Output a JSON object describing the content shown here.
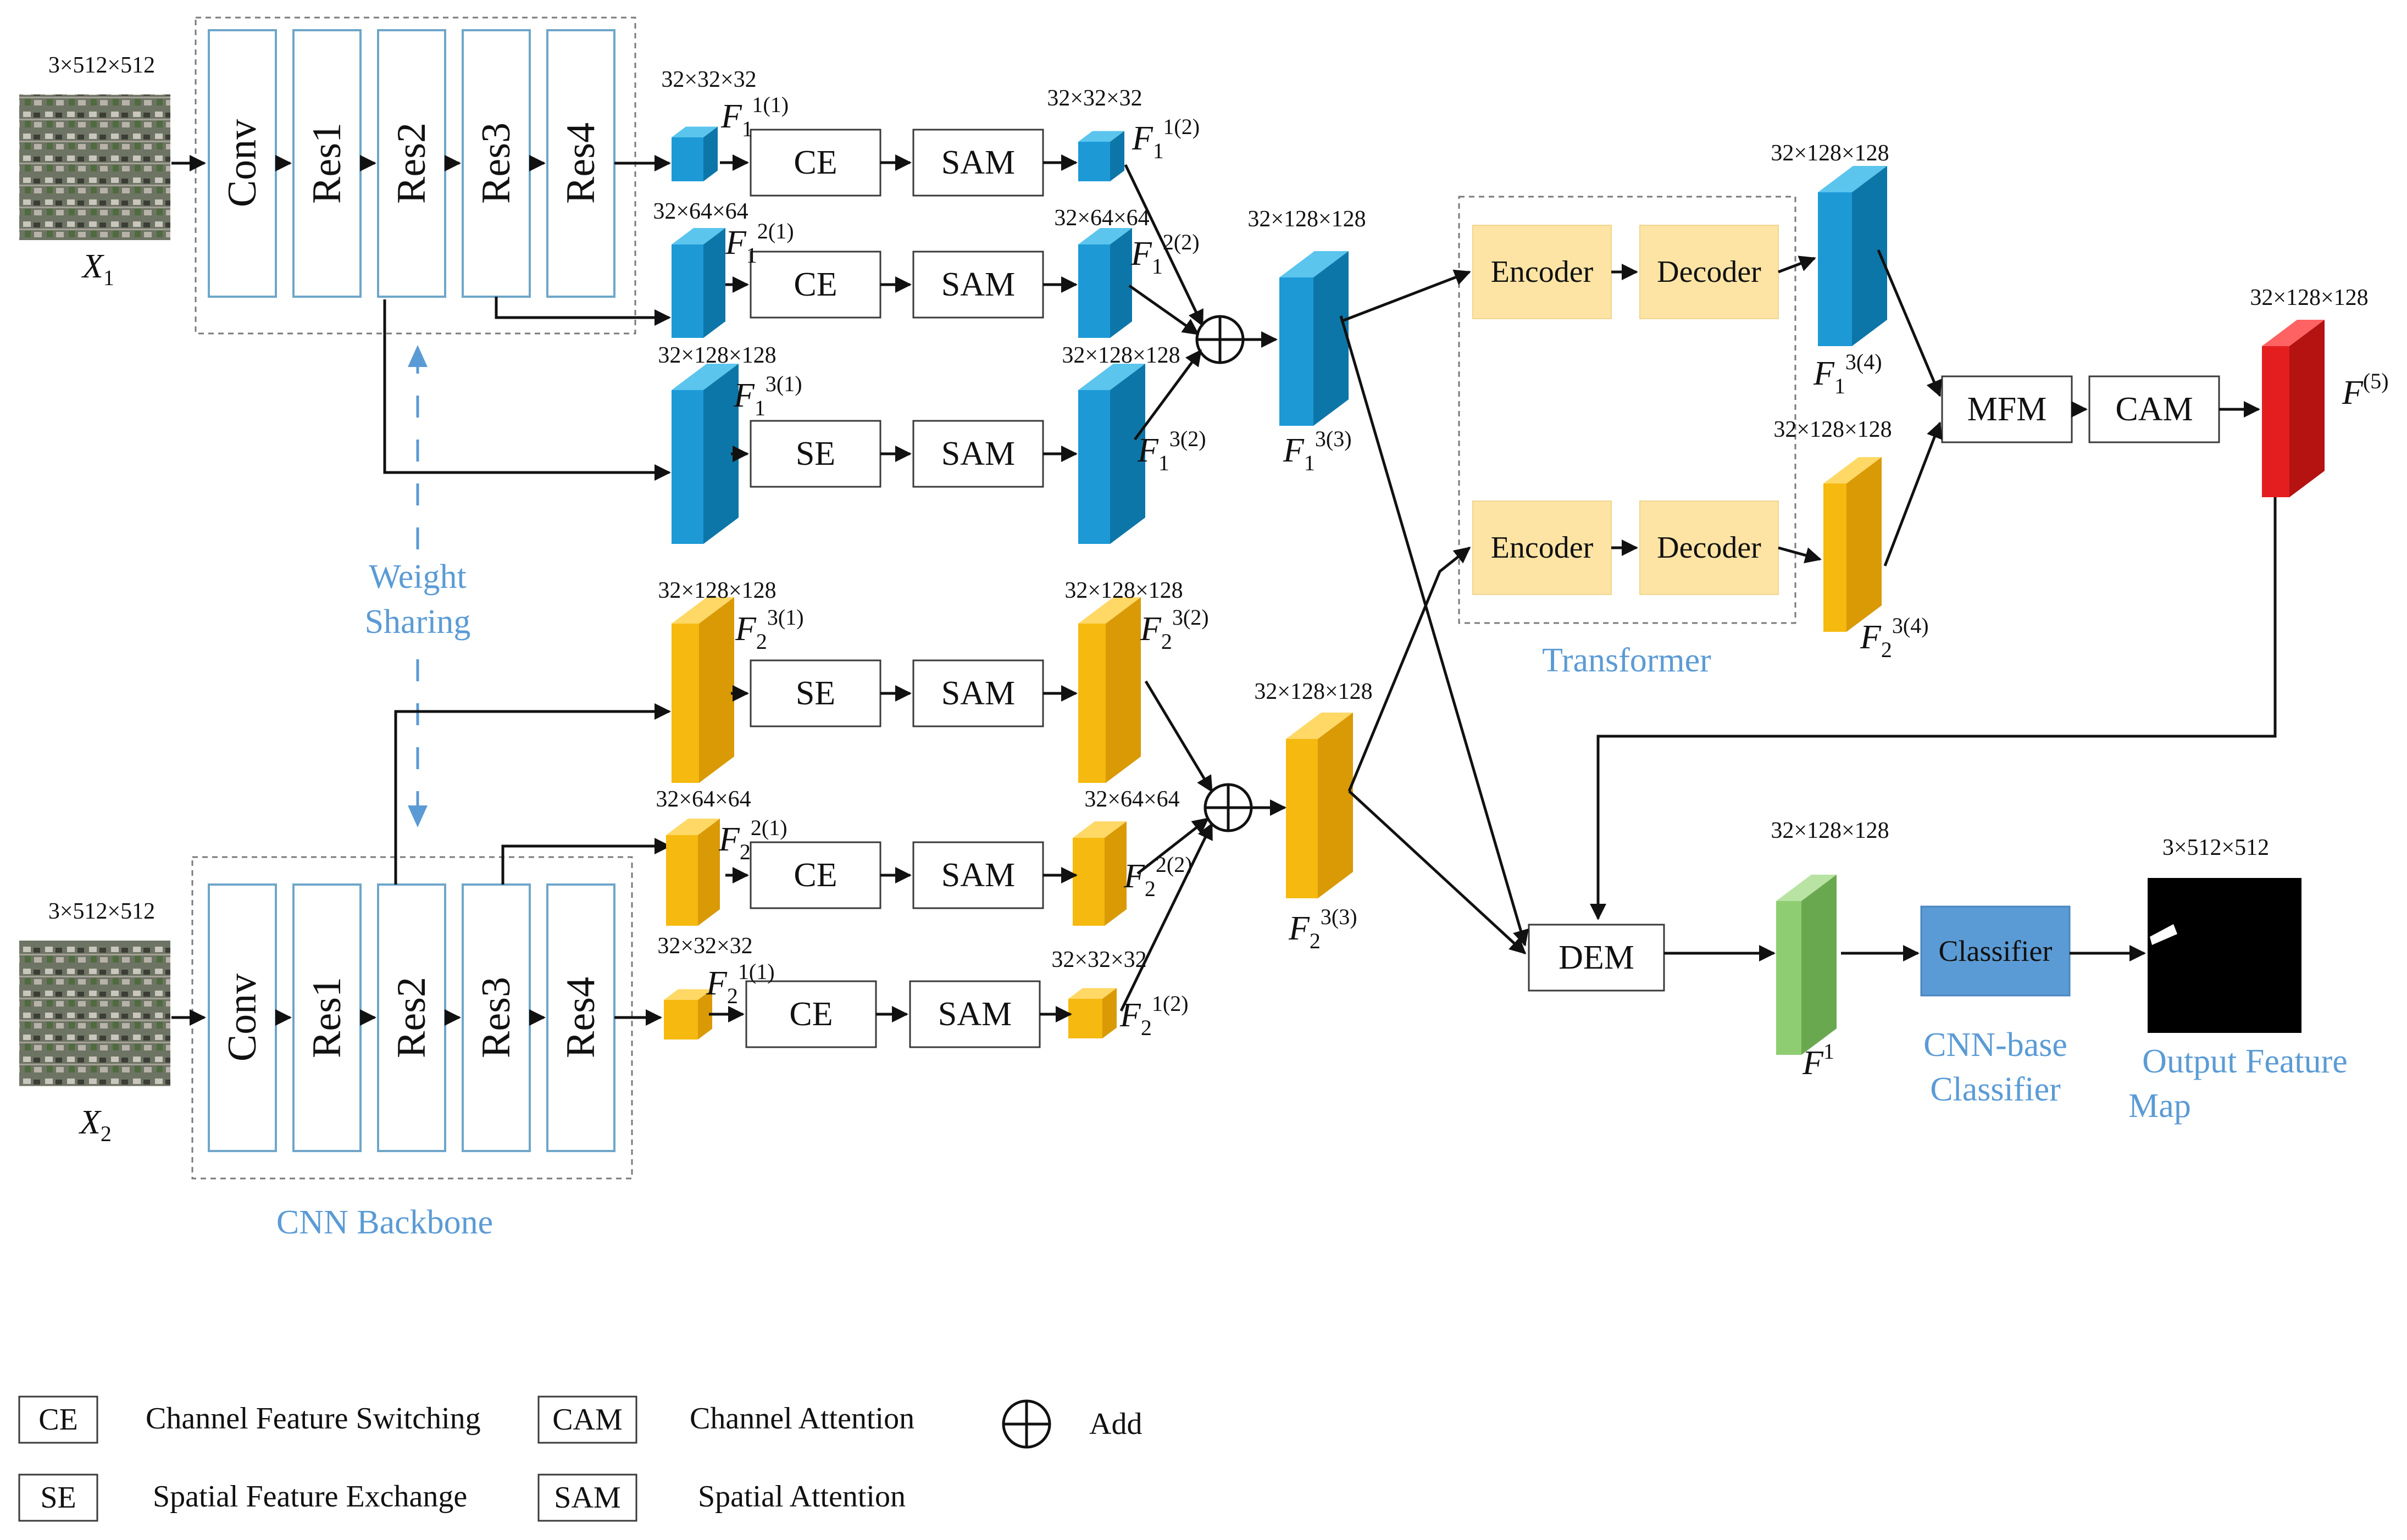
{
  "colors": {
    "blue_front": "#1d9ad6",
    "blue_side": "#0d76a8",
    "blue_top": "#5bc5ee",
    "yellow_front": "#f5b90f",
    "yellow_side": "#d99a06",
    "yellow_top": "#ffd866",
    "red_front": "#e41e1e",
    "red_side": "#b51212",
    "red_top": "#ff6262",
    "green_front": "#8fcd72",
    "green_side": "#6aa84f",
    "green_top": "#b8e3a2",
    "encdec_fill": "#fde4a4",
    "classifier_fill": "#5b9bd5",
    "annotation_blue": "#5b9bd5"
  },
  "inputs": {
    "x1": {
      "size": "3×512×512",
      "label": "X",
      "sub": "1"
    },
    "x2": {
      "size": "3×512×512",
      "label": "X",
      "sub": "2"
    }
  },
  "backbone": {
    "stages": [
      "Conv",
      "Res1",
      "Res2",
      "Res3",
      "Res4"
    ],
    "caption": "CNN  Backbone"
  },
  "weight_sharing": {
    "line1": "Weight",
    "line2": "Sharing"
  },
  "blocks": {
    "ce": "CE",
    "se": "SE",
    "sam": "SAM",
    "encoder": "Encoder",
    "decoder": "Decoder",
    "mfm": "MFM",
    "cam": "CAM",
    "dem": "DEM",
    "classifier": "Classifier"
  },
  "dims": {
    "d32": "32×32×32",
    "d64": "32×64×64",
    "d128": "32×128×128",
    "d128_cut": "32×128×128",
    "d64_cut": "32×64×64",
    "d32_cut": "32×32×32",
    "out": "3×512×512"
  },
  "features": {
    "f1_11": {
      "base": "F",
      "sub": "1",
      "sup": "1(1)"
    },
    "f1_21": {
      "base": "F",
      "sub": "1",
      "sup": "2(1)"
    },
    "f1_31": {
      "base": "F",
      "sub": "1",
      "sup": "3(1)"
    },
    "f1_12": {
      "base": "F",
      "sub": "1",
      "sup": "1(2)"
    },
    "f1_22": {
      "base": "F",
      "sub": "1",
      "sup": "2(2)"
    },
    "f1_32": {
      "base": "F",
      "sub": "1",
      "sup": "3(2)"
    },
    "f1_33": {
      "base": "F",
      "sub": "1",
      "sup": "3(3)"
    },
    "f1_34": {
      "base": "F",
      "sub": "1",
      "sup": "3(4)"
    },
    "f2_31": {
      "base": "F",
      "sub": "2",
      "sup": "3(1)"
    },
    "f2_21": {
      "base": "F",
      "sub": "2",
      "sup": "2(1)"
    },
    "f2_11": {
      "base": "F",
      "sub": "2",
      "sup": "1(1)"
    },
    "f2_32": {
      "base": "F",
      "sub": "2",
      "sup": "3(2)"
    },
    "f2_22": {
      "base": "F",
      "sub": "2",
      "sup": "2(2)"
    },
    "f2_12": {
      "base": "F",
      "sub": "2",
      "sup": "1(2)"
    },
    "f2_33": {
      "base": "F",
      "sub": "2",
      "sup": "3(3)"
    },
    "f2_34": {
      "base": "F",
      "sub": "2",
      "sup": "3(4)"
    },
    "f5": {
      "base": "F",
      "sup": "(5)"
    },
    "f1": {
      "base": "F",
      "sup": "1"
    }
  },
  "captions": {
    "transformer": "Transformer",
    "cnn_classifier_1": "CNN-base",
    "cnn_classifier_2": "Classifier",
    "output_1": "Output Feature",
    "output_2": "Map"
  },
  "legend": {
    "items": [
      {
        "key": "CE",
        "desc": "Channel Feature Switching"
      },
      {
        "key": "SE",
        "desc": "Spatial Feature Exchange"
      },
      {
        "key": "CAM",
        "desc": "Channel Attention"
      },
      {
        "key": "SAM",
        "desc": "Spatial Attention"
      }
    ],
    "add": "Add"
  }
}
